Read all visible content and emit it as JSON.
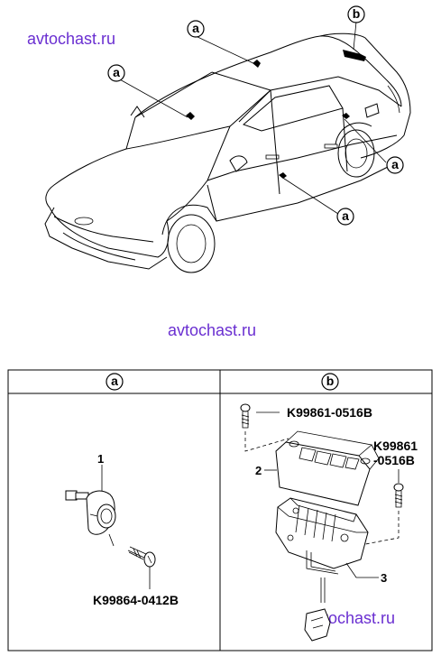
{
  "watermarks": [
    "avtochast.ru",
    "avtochast.ru",
    "avtochast.ru"
  ],
  "callouts": {
    "top_a1": "a",
    "top_a2": "a",
    "top_a3": "a",
    "top_a4": "a",
    "top_b": "b"
  },
  "table": {
    "col_a_header": "a",
    "col_b_header": "b"
  },
  "parts": {
    "a_item_number": "1",
    "a_screw_code": "K99864-0412B",
    "b_item2_number": "2",
    "b_item3_number": "3",
    "b_screw1_code": "K99861-0516B",
    "b_screw2_code_line1": "K99861",
    "b_screw2_code_line2": "-0516B"
  }
}
